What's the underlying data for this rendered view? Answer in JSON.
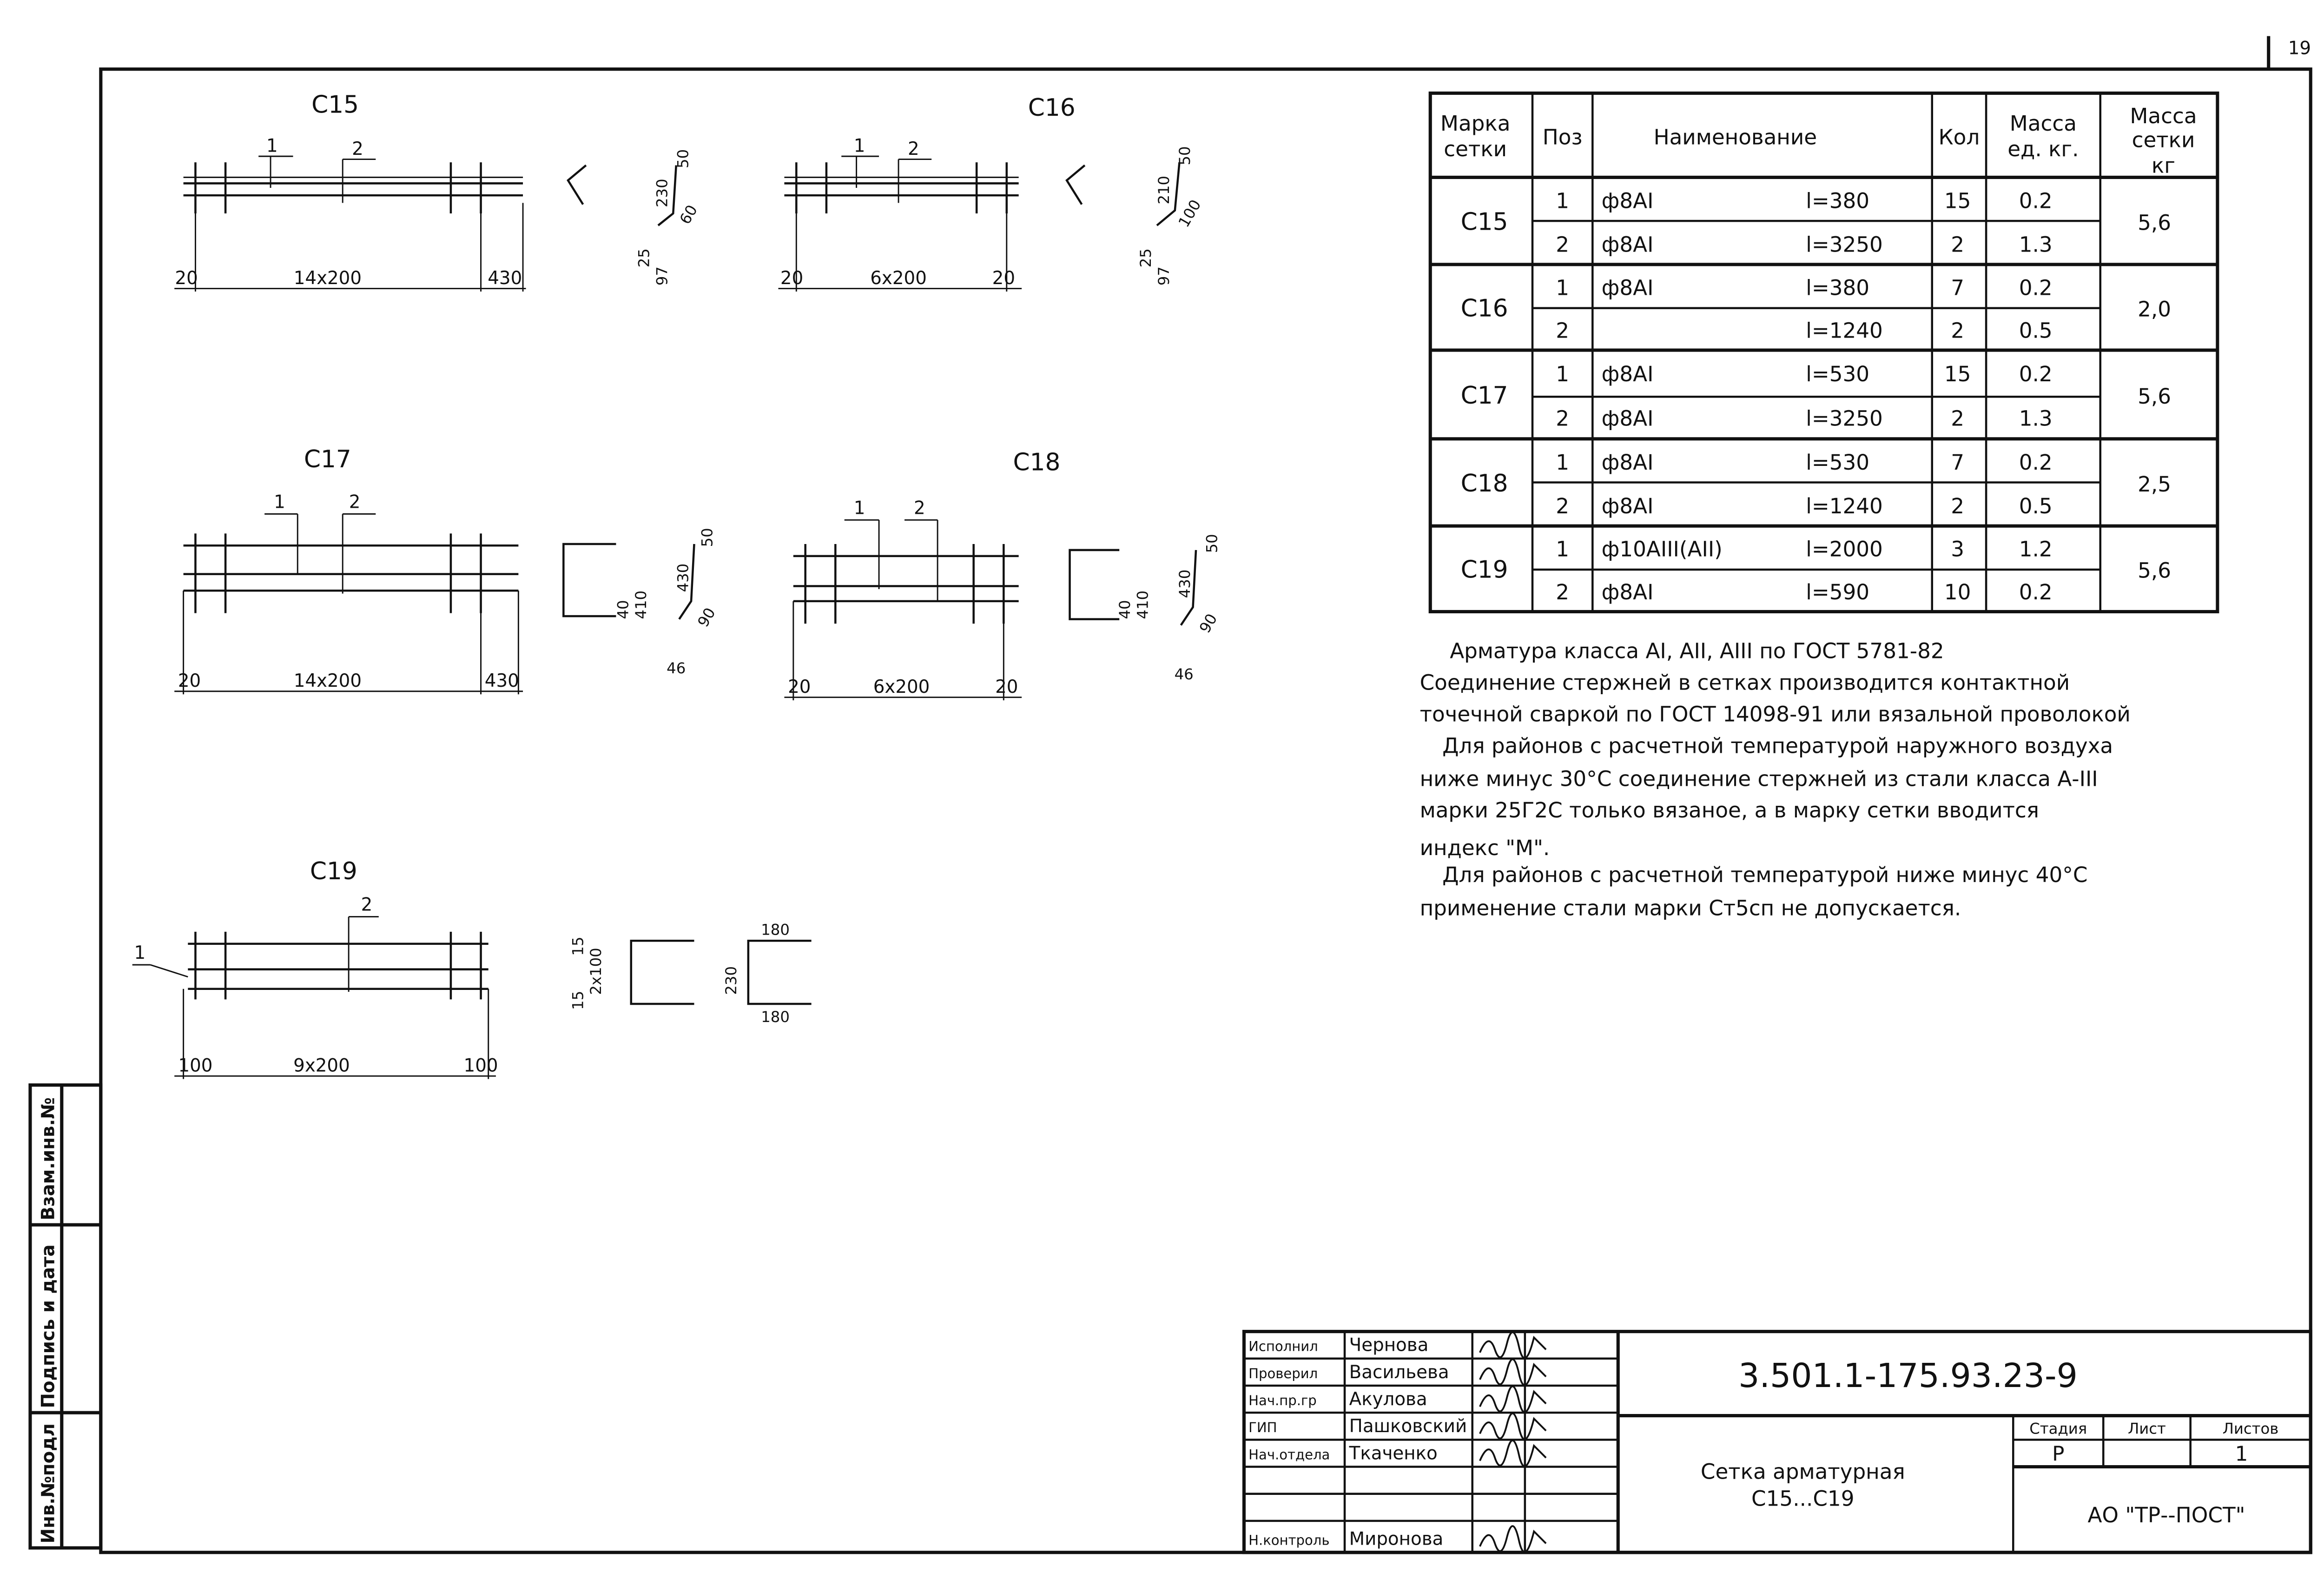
{
  "sheet_number": "19",
  "left_strip": {
    "inv_podl": "Инв.№подл",
    "signature_date": "Подпись и дата",
    "replace_inv": "Взам.инв.№"
  },
  "meshes": [
    {
      "mark": "С15",
      "pos1": "1",
      "pos2": "2",
      "dim_left": "20",
      "dim_mid": "14х200",
      "dim_right": "430",
      "sec_a": "50",
      "sec_b": "230",
      "sec_c": "60",
      "sec_d": "25",
      "sec_e": "97"
    },
    {
      "mark": "С16",
      "pos1": "1",
      "pos2": "2",
      "dim_left": "20",
      "dim_mid": "6х200",
      "dim_right": "20",
      "sec_a": "50",
      "sec_b": "210",
      "sec_c": "100",
      "sec_d": "25",
      "sec_e": "97"
    },
    {
      "mark": "С17",
      "pos1": "1",
      "pos2": "2",
      "dim_left": "20",
      "dim_mid": "14х200",
      "dim_right": "430",
      "sec_a": "50",
      "sec_b": "430",
      "sec_c": "90",
      "sec_d": "40",
      "sec_e": "410",
      "sec_f": "46"
    },
    {
      "mark": "С18",
      "pos1": "1",
      "pos2": "2",
      "dim_left": "20",
      "dim_mid": "6х200",
      "dim_right": "20",
      "sec_a": "50",
      "sec_b": "430",
      "sec_c": "90",
      "sec_d": "40",
      "sec_e": "410",
      "sec_f": "46"
    },
    {
      "mark": "С19",
      "pos1": "1",
      "pos2": "2",
      "dim_left": "100",
      "dim_mid": "9х200",
      "dim_right": "100",
      "sec_a": "15",
      "sec_b": "2х100",
      "sec_c": "15",
      "sec_d": "180",
      "sec_e": "230",
      "sec_f": "180"
    }
  ],
  "table": {
    "headers": [
      "Марка сетки",
      "Поз",
      "Наименование",
      "Кол",
      "Масса ед. кг.",
      "Масса сетки кг"
    ],
    "header_lines": {
      "mark": [
        "Марка",
        "сетки"
      ],
      "mass_unit": [
        "Масса",
        "ед. кг."
      ],
      "mass_total": [
        "Масса",
        "сетки",
        "кг"
      ]
    },
    "groups": [
      {
        "mark": "С15",
        "total": "5,6",
        "rows": [
          {
            "pos": "1",
            "name": "ф8АI",
            "length": "l=380",
            "qty": "15",
            "mass": "0.2"
          },
          {
            "pos": "2",
            "name": "ф8АI",
            "length": "l=3250",
            "qty": "2",
            "mass": "1.3"
          }
        ]
      },
      {
        "mark": "С16",
        "total": "2,0",
        "rows": [
          {
            "pos": "1",
            "name": "ф8АI",
            "length": "l=380",
            "qty": "7",
            "mass": "0.2"
          },
          {
            "pos": "2",
            "name": "",
            "length": "l=1240",
            "qty": "2",
            "mass": "0.5"
          }
        ]
      },
      {
        "mark": "С17",
        "total": "5,6",
        "rows": [
          {
            "pos": "1",
            "name": "ф8АI",
            "length": "l=530",
            "qty": "15",
            "mass": "0.2"
          },
          {
            "pos": "2",
            "name": "ф8АI",
            "length": "l=3250",
            "qty": "2",
            "mass": "1.3"
          }
        ]
      },
      {
        "mark": "С18",
        "total": "2,5",
        "rows": [
          {
            "pos": "1",
            "name": "ф8АI",
            "length": "l=530",
            "qty": "7",
            "mass": "0.2"
          },
          {
            "pos": "2",
            "name": "ф8АI",
            "length": "l=1240",
            "qty": "2",
            "mass": "0.5"
          }
        ]
      },
      {
        "mark": "С19",
        "total": "5,6",
        "rows": [
          {
            "pos": "1",
            "name": "ф10АIII(АII)",
            "length": "l=2000",
            "qty": "3",
            "mass": "1.2"
          },
          {
            "pos": "2",
            "name": "ф8АI",
            "length": "l=590",
            "qty": "10",
            "mass": "0.2"
          }
        ]
      }
    ]
  },
  "notes": [
    "Арматура класса АI, АII, АIII по ГОСТ 5781-82",
    "Соединение стержней в сетках производится контактной",
    "точечной сваркой по ГОСТ 14098-91 или вязальной проволокой",
    "Для районов с расчетной температурой наружного воздуха",
    "ниже минус 30°С соединение стержней из стали класса А-III",
    "марки 25Г2С только вязаное, а в марку сетки вводится",
    "индекс \"М\".",
    "Для районов с расчетной температурой ниже минус 40°С",
    "применение стали марки Ст5сп не допускается."
  ],
  "title_block": {
    "signers": [
      {
        "role": "Исполнил",
        "name": "Чернова"
      },
      {
        "role": "Проверил",
        "name": "Васильева"
      },
      {
        "role": "Нач.пр.гр",
        "name": "Акулова"
      },
      {
        "role": "ГИП",
        "name": "Пашковский"
      },
      {
        "role": "Нач.отдела",
        "name": "Ткаченко"
      },
      {
        "role": "",
        "name": ""
      },
      {
        "role": "",
        "name": ""
      },
      {
        "role": "Н.контроль",
        "name": "Миронова"
      }
    ],
    "document_code": "3.501.1-175.93.23-9",
    "title_line1": "Сетка арматурная",
    "title_line2": "С15...С19",
    "stage_label": "Стадия",
    "sheet_label": "Лист",
    "sheets_label": "Листов",
    "stage": "Р",
    "sheet": "",
    "sheets": "1",
    "organization": "АО \"ТР--ПОСТ\""
  }
}
